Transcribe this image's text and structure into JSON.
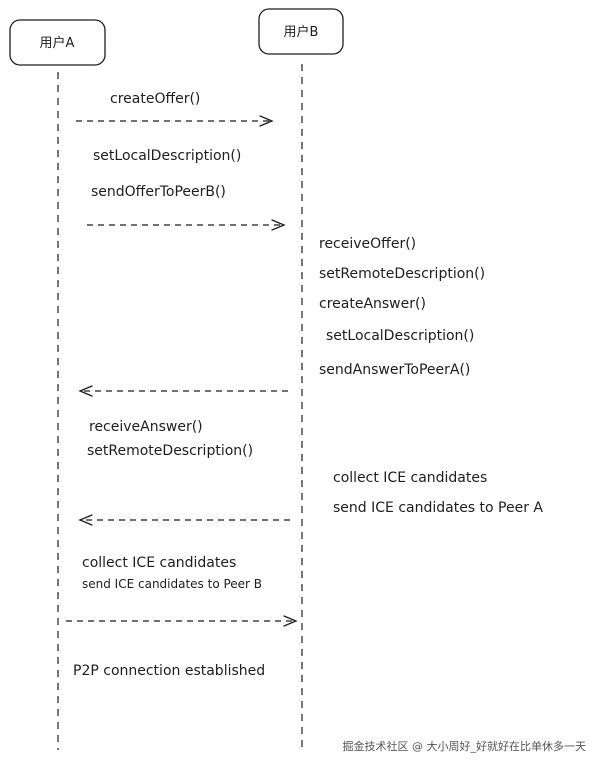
{
  "actors": {
    "a": "用户A",
    "b": "用户B"
  },
  "steps": {
    "create_offer": "createOffer()",
    "set_local_a": "setLocalDescription()",
    "send_offer": "sendOfferToPeerB()",
    "receive_offer": "receiveOffer()",
    "set_remote_b": "setRemoteDescription()",
    "create_answer": "createAnswer()",
    "set_local_b": "setLocalDescription()",
    "send_answer": "sendAnswerToPeerA()",
    "receive_answer": "receiveAnswer()",
    "set_remote_a": "setRemoteDescription()",
    "collect_b": "collect ICE candidates",
    "send_ice_b": "send ICE candidates to Peer A",
    "collect_a": "collect ICE candidates",
    "send_ice_a": "send ICE candidates to Peer B",
    "established": "P2P connection established"
  },
  "watermark": "掘金技术社区 @ 大小周好_好就好在比单休多一天"
}
